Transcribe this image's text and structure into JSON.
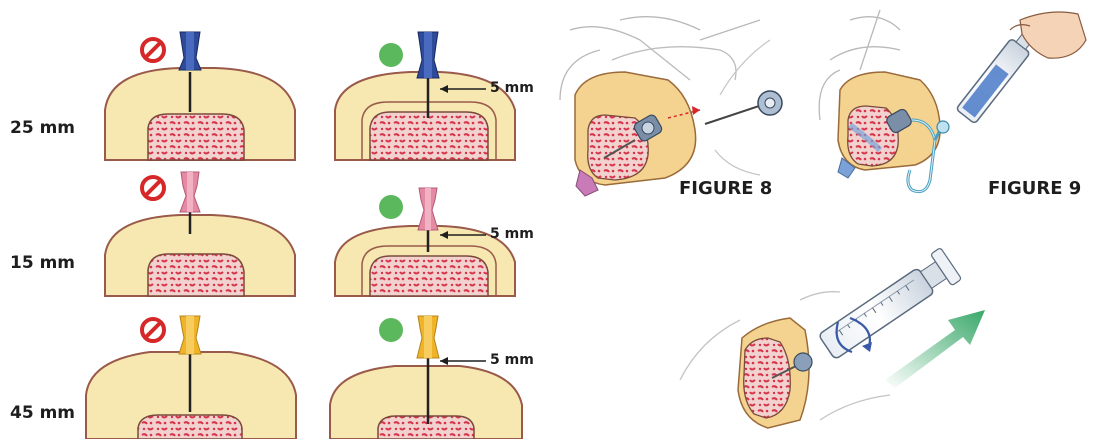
{
  "needle_rows": [
    {
      "size": "25 mm",
      "hub_color": "#2e4a9a",
      "depth_label": "5 mm"
    },
    {
      "size": "15 mm",
      "hub_color": "#e58aa4",
      "depth_label": "5 mm"
    },
    {
      "size": "45 mm",
      "hub_color": "#f0b429",
      "depth_label": "5 mm"
    }
  ],
  "status_icons": {
    "incorrect": "prohibited-icon",
    "correct": "green-dot-icon"
  },
  "figures": [
    {
      "caption": "FIGURE 8"
    },
    {
      "caption": "FIGURE 9"
    }
  ],
  "colors": {
    "bone_fill": "#f7e7b0",
    "bone_outline": "#9a5a4a",
    "marrow": "#d6344a",
    "prohibited": "#d62828",
    "ok": "#5cb85c",
    "arrow_green": "#3aa86a"
  }
}
